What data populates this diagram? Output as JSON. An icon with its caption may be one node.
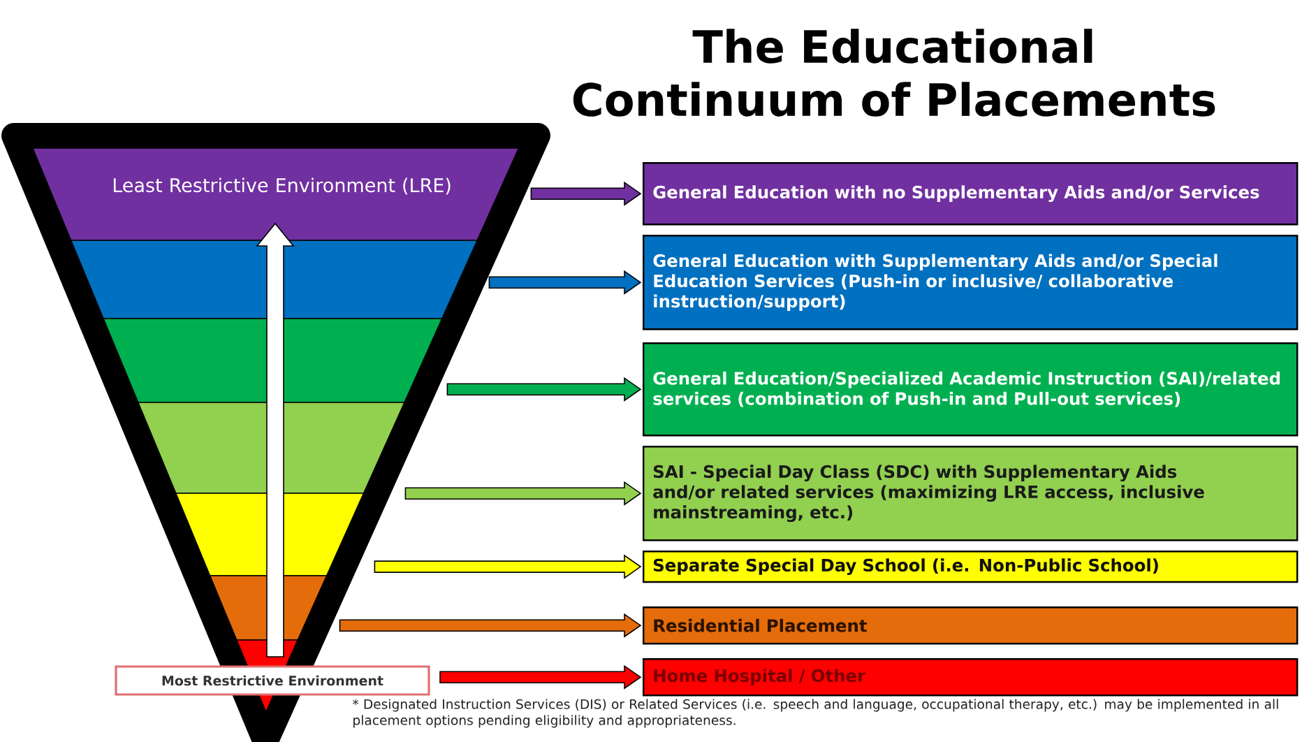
{
  "diagram": {
    "title": "The Educational Continuum of Placements",
    "nodes": [
      {
        "text": [
          "Least Restrictive Environment (LRE)"
        ]
      },
      {
        "text": [],
        "shape": "band"
      },
      {
        "text": [],
        "shape": "band"
      },
      {
        "text": [],
        "shape": "band"
      },
      {
        "text": [],
        "shape": "band"
      },
      {
        "text": [],
        "shape": "band"
      },
      {
        "text": [],
        "shape": "band"
      },
      {
        "text": [
          "Most Restrictive Environment"
        ]
      },
      {
        "text": [
          "General Education with no Supplementary Aids and/or Services"
        ]
      },
      {
        "text": [
          "General Education with Supplementary Aids and/or Special Education Services (Push-in or inclusive/ collaborative instruction/support)"
        ]
      },
      {
        "text": [
          "General Education/Specialized Academic Instruction (SAI)/related services (combination of Push-in and Pull-out services)"
        ]
      },
      {
        "text": [
          "SAI - Special Day Class (SDC) with Supplementary Aids and/or related services (maximizing LRE access, inclusive mainstreaming, etc.)"
        ]
      },
      {
        "text": [
          "Separate Special Day School (i.e. Non-Public School)"
        ]
      },
      {
        "text": [
          "Residential Placement"
        ]
      },
      {
        "text": [
          "Home Hospital / Other"
        ]
      }
    ],
    "edges": [
      {
        "from": 0,
        "to": 8,
        "arrow": "to",
        "color": "#7030a0"
      },
      {
        "from": 1,
        "to": 9,
        "arrow": "to",
        "color": "#0070c0"
      },
      {
        "from": 2,
        "to": 10,
        "arrow": "to",
        "color": "#00b050"
      },
      {
        "from": 3,
        "to": 11,
        "arrow": "to",
        "color": "#92d050"
      },
      {
        "from": 4,
        "to": 12,
        "arrow": "to",
        "color": "#ffff00"
      },
      {
        "from": 5,
        "to": 13,
        "arrow": "to",
        "color": "#e46c0a"
      },
      {
        "from": 7,
        "to": 14,
        "arrow": "to",
        "color": "#ff0000"
      }
    ],
    "labels": [
      "* Designated Instruction Services (DIS) or Related Services (i.e. speech and language, occupational therapy, etc.) may be implemented in all placement options pending eligibility and appropriateness."
    ]
  }
}
